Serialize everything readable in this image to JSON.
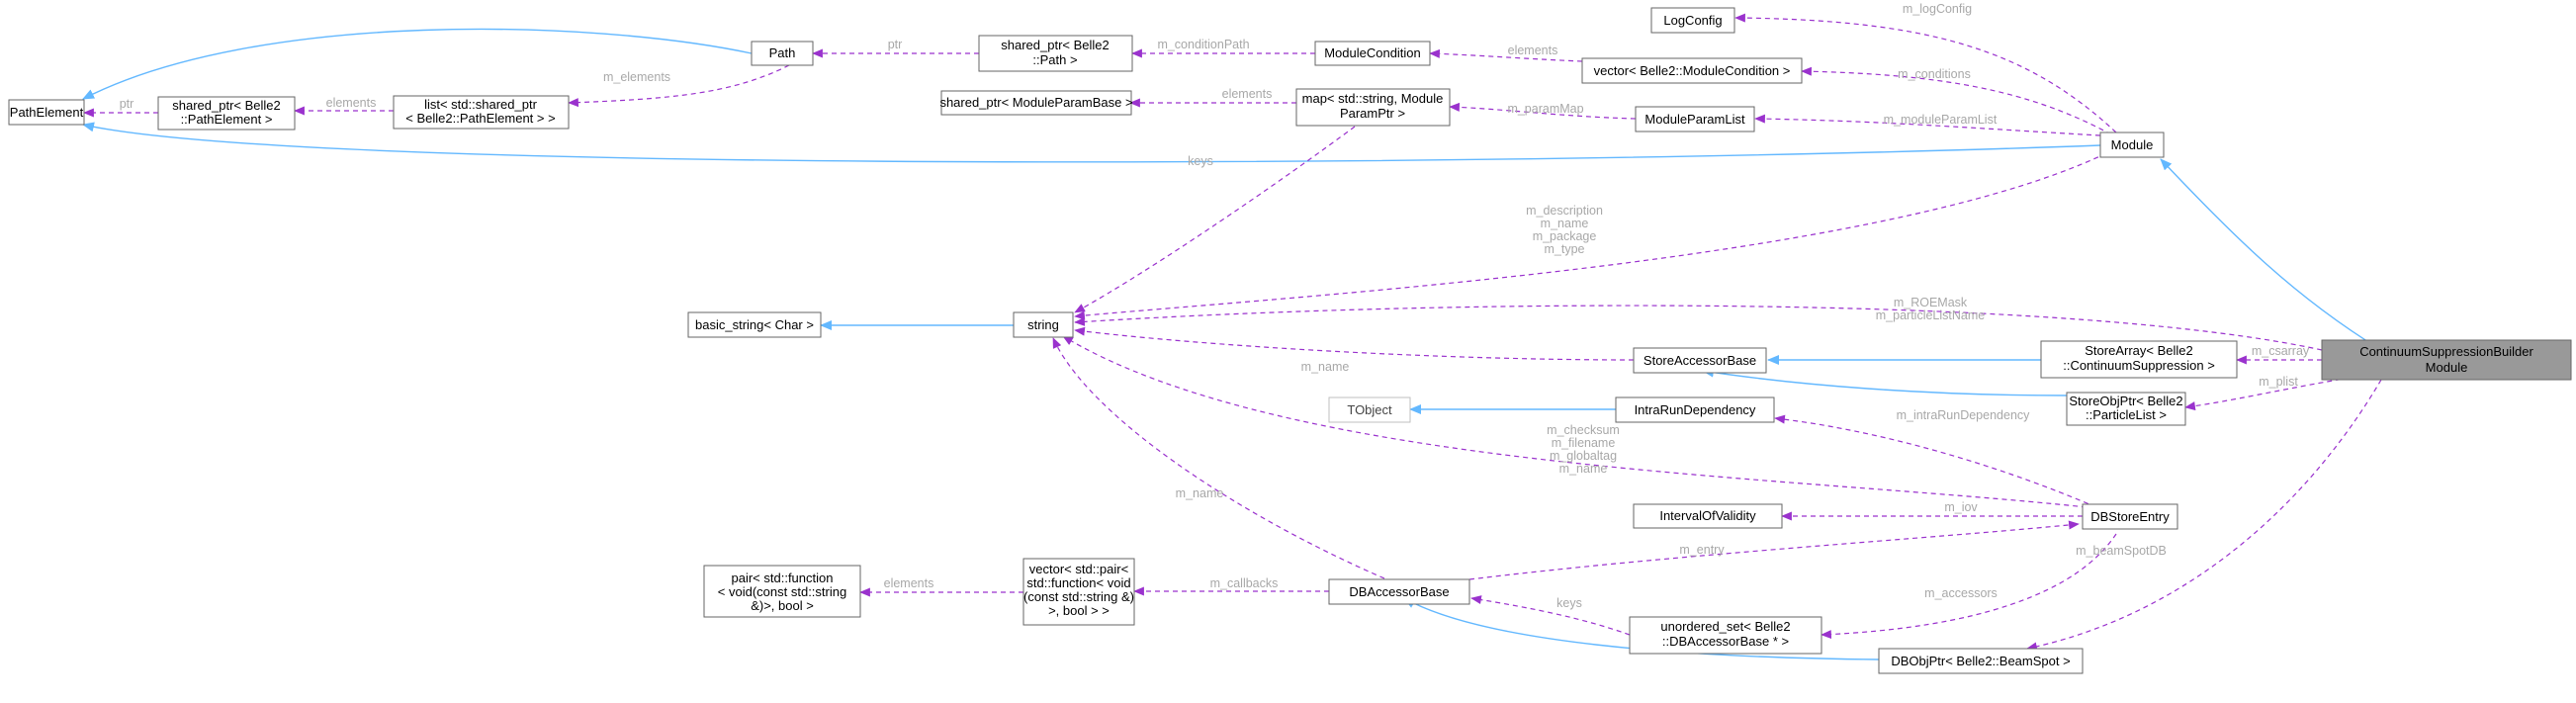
{
  "diagram": {
    "nodes": {
      "path_element": "PathElement",
      "path": "Path",
      "shared_ptr_path_element": [
        "shared_ptr< Belle2",
        "::PathElement >"
      ],
      "list_shared_ptr": [
        "list< std::shared_ptr",
        "< Belle2::PathElement > >"
      ],
      "shared_ptr_path": [
        "shared_ptr< Belle2",
        "::Path >"
      ],
      "module_condition": "ModuleCondition",
      "log_config": "LogConfig",
      "vector_module_condition": "vector< Belle2::ModuleCondition >",
      "shared_ptr_module_param_base": "shared_ptr< ModuleParamBase >",
      "map_string_param": [
        "map< std::string, Module",
        "ParamPtr >"
      ],
      "module_param_list": "ModuleParamList",
      "module": "Module",
      "basic_string": "basic_string< Char >",
      "string": "string",
      "store_accessor_base": "StoreAccessorBase",
      "store_array": [
        "StoreArray< Belle2",
        "::ContinuumSuppression >"
      ],
      "focus": [
        "ContinuumSuppressionBuilder",
        "Module"
      ],
      "tobject": "TObject",
      "intra_run_dependency": "IntraRunDependency",
      "store_obj_ptr": [
        "StoreObjPtr< Belle2",
        "::ParticleList >"
      ],
      "interval_of_validity": "IntervalOfValidity",
      "db_store_entry": "DBStoreEntry",
      "pair_function": [
        "pair< std::function",
        "< void(const std::string",
        "&)>, bool >"
      ],
      "vector_pair": [
        "vector< std::pair<",
        "std::function< void",
        "(const std::string &)",
        ">, bool > >"
      ],
      "db_accessor_base": "DBAccessorBase",
      "unordered_set": [
        "unordered_set< Belle2",
        "::DBAccessorBase * >"
      ],
      "db_obj_ptr": "DBObjPtr< Belle2::BeamSpot >"
    },
    "edge_labels": {
      "ptr_path_element": "ptr",
      "elements_list": "elements",
      "m_elements": "m_elements",
      "ptr_path": "ptr",
      "m_condition_path": "m_conditionPath",
      "elements_vector": "elements",
      "m_log_config": "m_logConfig",
      "m_conditions": "m_conditions",
      "elements_param": "elements",
      "m_param_map": "m_paramMap",
      "m_module_param_list": "m_moduleParamList",
      "keys_map": "keys",
      "module_strings": [
        "m_description",
        "m_name",
        "m_package",
        "m_type"
      ],
      "focus_strings": [
        "m_ROEMask",
        "m_particleListName"
      ],
      "m_name_store": "m_name",
      "m_csarray": "m_csarray",
      "m_plist": "m_plist",
      "m_intra_run": "m_intraRunDependency",
      "entry_strings": [
        "m_checksum",
        "m_filename",
        "m_globaltag",
        "m_name"
      ],
      "m_name_db": "m_name",
      "m_iov": "m_iov",
      "m_entry": "m_entry",
      "elements_pair": "elements",
      "m_callbacks": "m_callbacks",
      "keys_set": "keys",
      "m_accessors": "m_accessors",
      "m_beam_spot_db": "m_beamSpotDB"
    },
    "colors": {
      "inheritance": "#63b8ff",
      "usage": "#9a32cd",
      "focus_fill": "#999999",
      "label": "#a8a8a8"
    }
  }
}
